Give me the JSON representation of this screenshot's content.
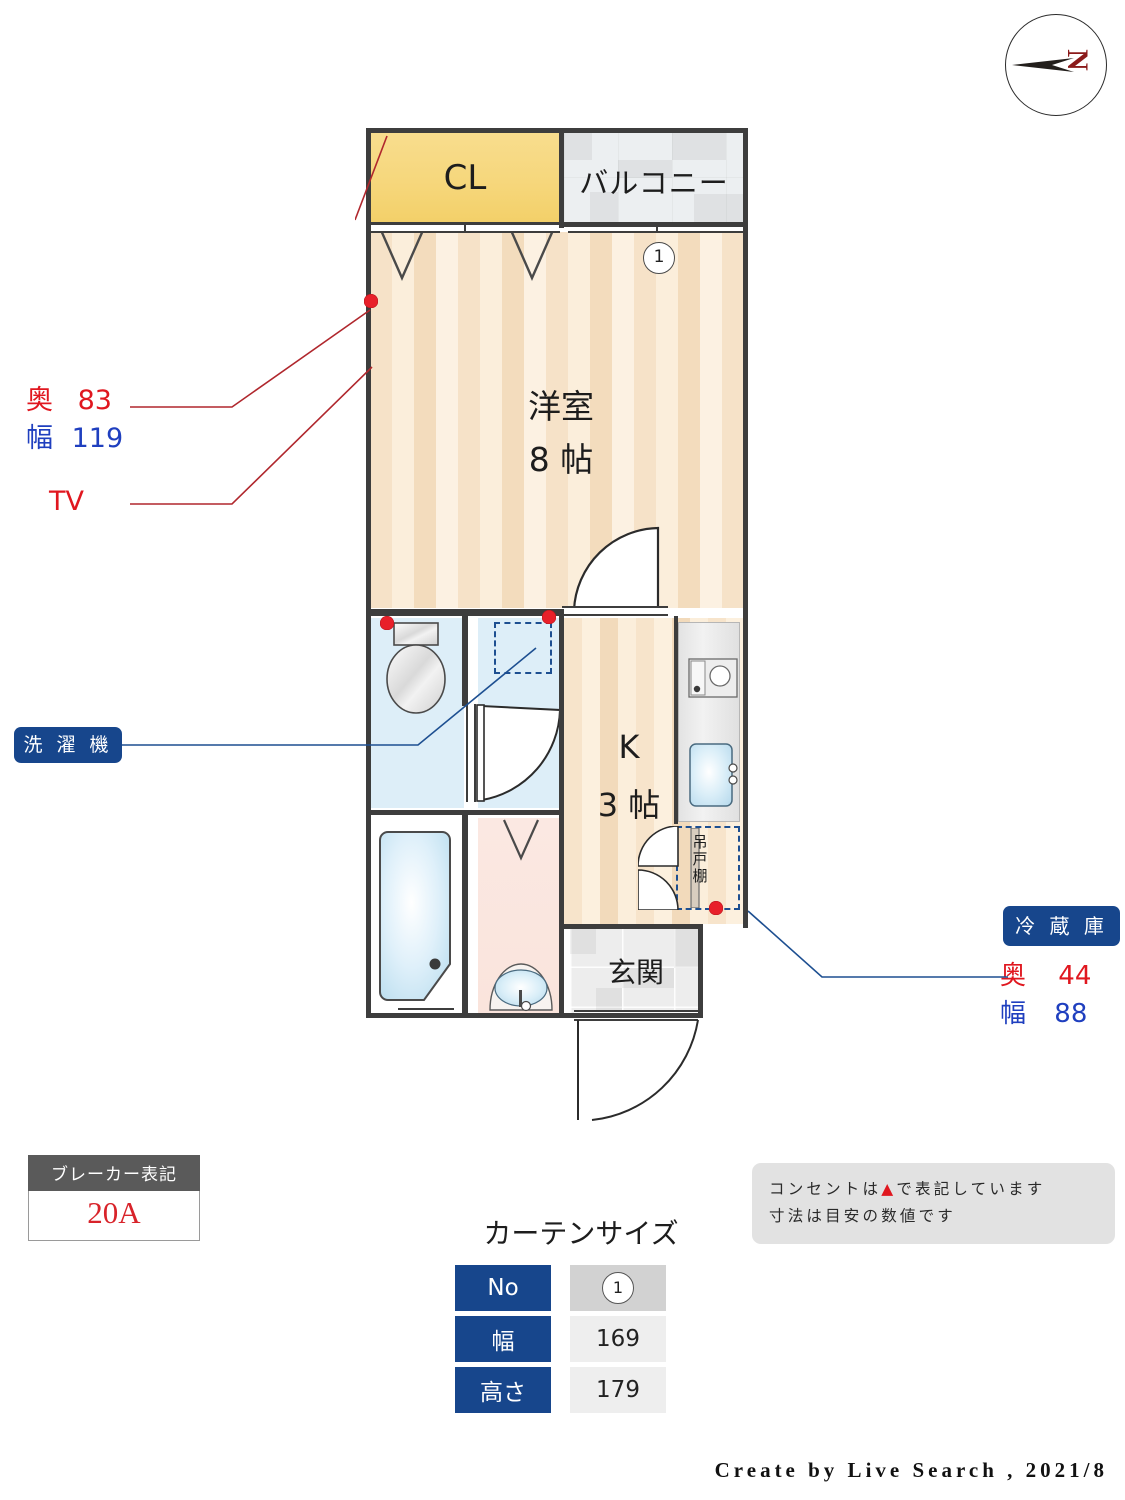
{
  "compass": {
    "north_label": "N"
  },
  "plan": {
    "rooms": [
      {
        "id": "cl",
        "label": "CL"
      },
      {
        "id": "balcony",
        "label": "バルコニー"
      },
      {
        "id": "washitsu",
        "label": "洋室",
        "size": "8 帖"
      },
      {
        "id": "kitchen",
        "label": "K",
        "size": "3 帖"
      },
      {
        "id": "genkan",
        "label": "玄関"
      },
      {
        "id": "cabinet",
        "label": "吊戸棚"
      }
    ],
    "window_marker": "1"
  },
  "annotations": {
    "tv": {
      "label": "TV",
      "depth_key": "奥",
      "depth_value": "83",
      "width_key": "幅",
      "width_value": "119"
    },
    "washer": {
      "label": "洗 濯 機"
    },
    "fridge": {
      "label": "冷 蔵 庫",
      "depth_key": "奥",
      "depth_value": "44",
      "width_key": "幅",
      "width_value": "88"
    }
  },
  "breaker": {
    "title": "ブレーカー表記",
    "value": "20A"
  },
  "curtain": {
    "title": "カーテンサイズ",
    "rows": [
      {
        "key": "No",
        "value": "1"
      },
      {
        "key": "幅",
        "value": "169"
      },
      {
        "key": "高さ",
        "value": "179"
      }
    ]
  },
  "note": {
    "line1_a": "コンセントは",
    "line1_marker": "▲",
    "line1_b": "で表記しています",
    "line2": "寸法は目安の数値です"
  },
  "footer": {
    "text": "Create by Live Search , 2021/8"
  },
  "colors": {
    "accent_blue": "#17468c",
    "accent_red": "#e0171f",
    "wall": "#3d3d3d",
    "closet_yellow": "#f6d77c",
    "water_blue": "#ddeef8"
  }
}
